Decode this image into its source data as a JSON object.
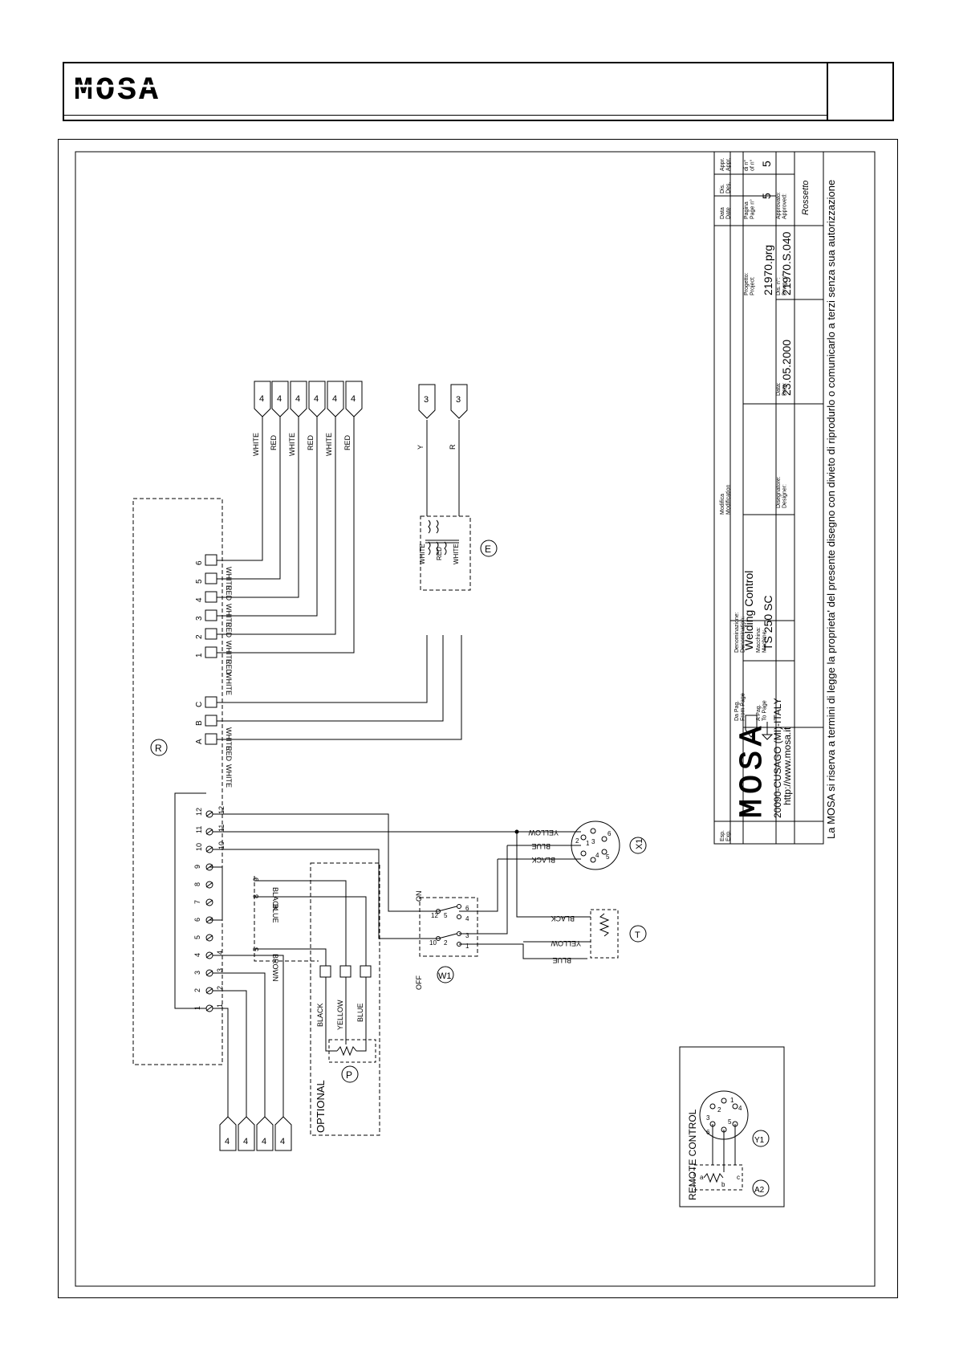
{
  "header": {
    "logo_text": "MOSA"
  },
  "labels": {
    "component_r": "R",
    "component_e": "E",
    "component_p": "P",
    "component_w1": "W1",
    "component_x1": "X1",
    "component_t": "T",
    "component_y1": "Y1",
    "component_a2": "A2",
    "optional": "OPTIONAL",
    "remote_control": "REMOTE CONTROL",
    "switch_off": "OFF",
    "switch_on": "ON",
    "wire_white": "WHITE",
    "wire_red": "RED",
    "wire_black": "BLACK",
    "wire_blue": "BLUE",
    "wire_brown": "BROWN",
    "wire_yellow": "YELLOW",
    "wire_y": "Y",
    "wire_r": "R",
    "pot_a": "a",
    "pot_b": "b",
    "pot_c": "c",
    "ref_4": "4",
    "ref_3": "3"
  },
  "title_block": {
    "esp_label": "Esp.\nExp.",
    "modifica_label": "Modifica\nModification",
    "data_label": "Data\nDate",
    "dis_label": "Dis.\nDes.",
    "appr_label": "Appr.\nAppr.",
    "from_page_label": "Da Pag.\nFrom Page",
    "to_page_label": "A Pag.\nTo Page",
    "denominazione_label": "Denominazione:\nDenomination:",
    "denominazione": "Welding Control",
    "macchina_label": "Macchina:\nMachine:",
    "macchina": "TS 250 SC",
    "designer_label": "Disegnatore:\nDesigner:",
    "date_label": "Data:\nDate:",
    "date": "23.05.2000",
    "project_label": "Progetto:\nProject:",
    "project": "21970.prg",
    "drawing_label": "Dis. n°:\nDrwg. n°:",
    "drawing": "21970.S.040",
    "page_label": "Pagina\nPage n°",
    "page": "5",
    "of_label": "di n°\nof n°",
    "of": "5",
    "approved_label": "Approvato:\nApproved:",
    "approved_signature": "Rossetto",
    "company_logo": "MOSA",
    "address": "20090-CUSAGO (MI)-ITALY",
    "website": "http://www.mosa.it",
    "copyright": "La MOSA si riserva a termini di legge la proprieta' del presente disegno con divieto di riprodurlo o comunicarlo a terzi senza sua autorizzazione"
  },
  "terminals": {
    "top": [
      "A",
      "B",
      "C",
      "1",
      "2",
      "3",
      "4",
      "5",
      "6"
    ],
    "bottom": [
      "1",
      "2",
      "3",
      "4",
      "5",
      "6",
      "7",
      "8",
      "9",
      "10",
      "11",
      "12"
    ],
    "bottom_inner": [
      "1",
      "2",
      "3",
      "4",
      "10",
      "11",
      "12"
    ],
    "w1": [
      "10",
      "12",
      "2",
      "5",
      "1",
      "3",
      "4",
      "6"
    ],
    "x1": [
      "1",
      "2",
      "3",
      "4",
      "5",
      "6"
    ],
    "p": [
      "5",
      "8",
      "9"
    ],
    "y1": [
      "1",
      "2",
      "3",
      "4",
      "5",
      "6"
    ]
  }
}
